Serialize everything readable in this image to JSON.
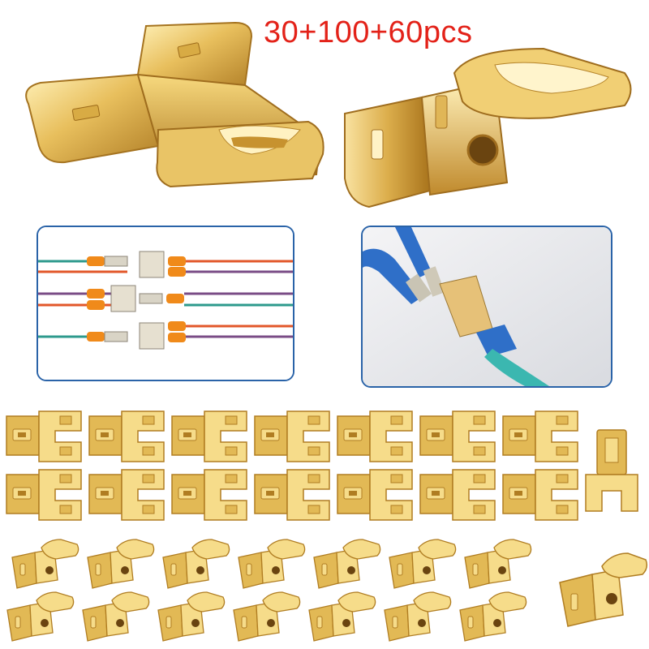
{
  "headline": {
    "text": "30+100+60pcs",
    "color": "#e32219"
  },
  "colors": {
    "brass_light": "#f6dc8a",
    "brass_mid": "#e2b955",
    "brass_dark": "#b07d22",
    "frame_border": "#2a63a8",
    "wire_orange": "#e2572a",
    "wire_teal": "#2d9a8c",
    "wire_purple": "#7a4c86",
    "sleeve_orange": "#f08a1a",
    "sleeve_blue": "#2f6fc8"
  },
  "photos": {
    "wiring_diagram_icon": "wiring-diagram",
    "hand_demo_icon": "connector-demo-photo"
  },
  "grids": {
    "flat_rows": 2,
    "flat_cols": 7,
    "bent_rows": 2,
    "bent_cols": 7
  }
}
